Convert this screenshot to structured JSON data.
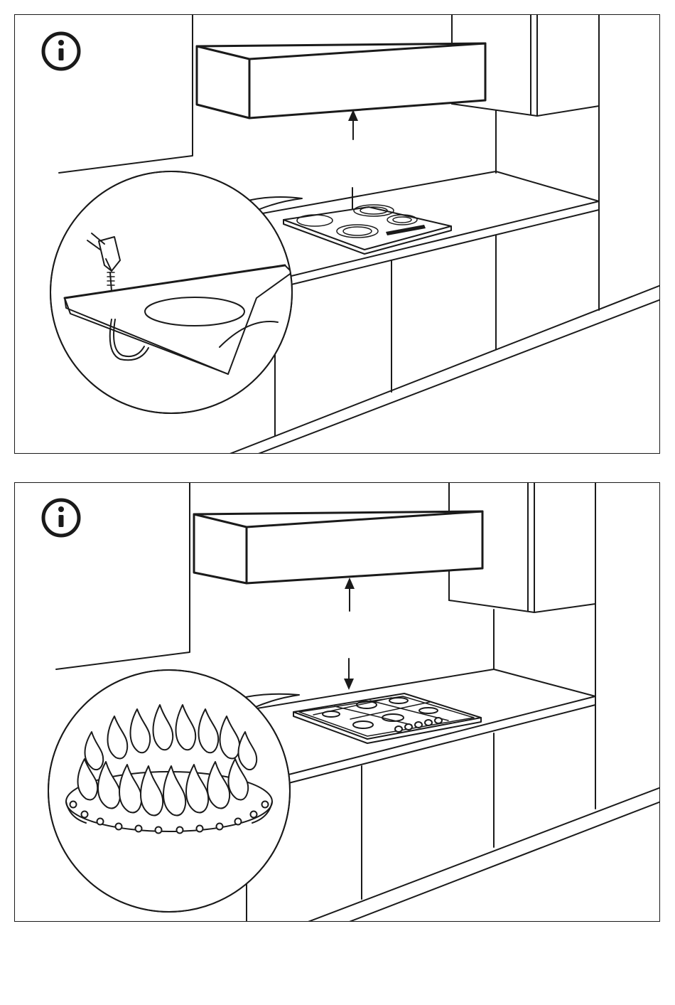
{
  "page": {
    "background": "#ffffff",
    "line_color": "#1a1a1a"
  },
  "panels": [
    {
      "icon": "info-icon",
      "hob": "electric-hob",
      "detail": "plug-cable-detail"
    },
    {
      "icon": "info-icon",
      "hob": "gas-hob",
      "detail": "burner-flames-detail"
    }
  ]
}
